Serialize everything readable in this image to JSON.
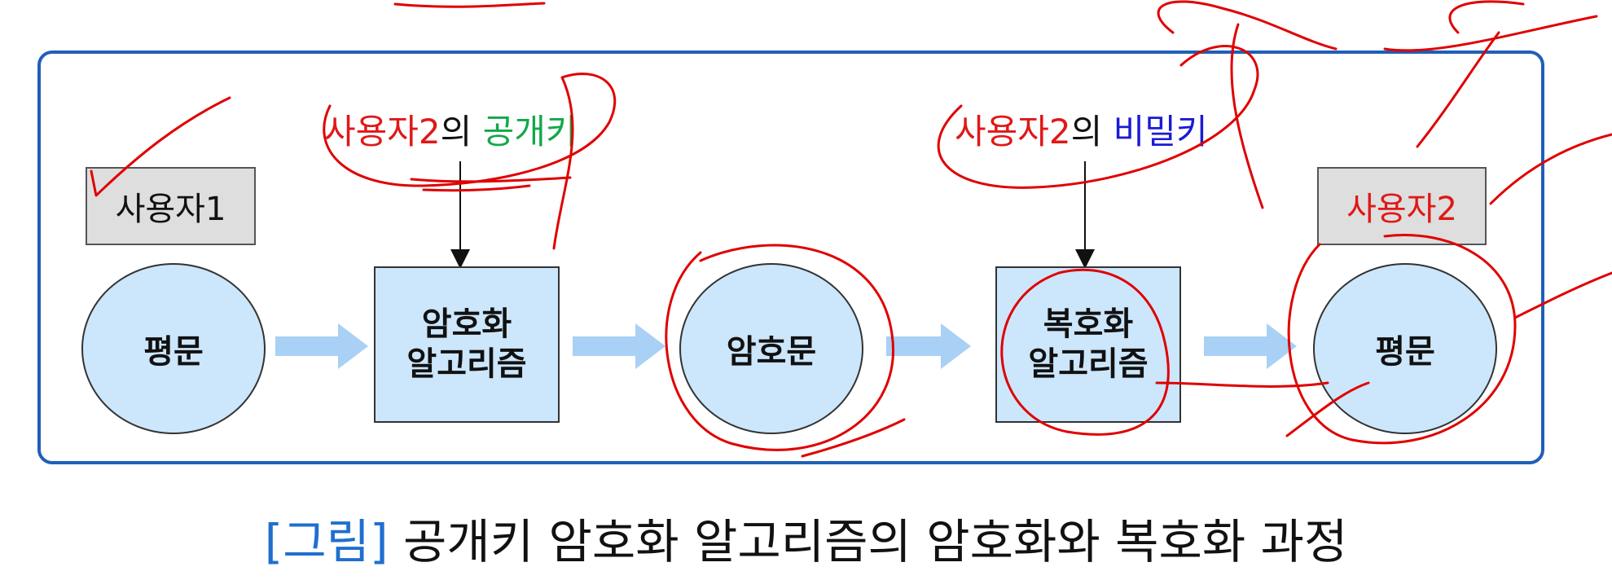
{
  "figure": {
    "caption_bracket": "[그림]",
    "caption_text": "공개키 암호화 알고리즘의 암호화와 복호화 과정"
  },
  "users": {
    "sender": "사용자1",
    "receiver": "사용자2"
  },
  "keys": {
    "public": {
      "owner": "사용자2",
      "possessive": "의",
      "key": "공개키"
    },
    "private": {
      "owner": "사용자2",
      "possessive": "의",
      "key": "비밀키"
    }
  },
  "nodes": {
    "plaintext_in": "평문",
    "encrypt_line1": "암호화",
    "encrypt_line2": "알고리즘",
    "ciphertext": "암호문",
    "decrypt_line1": "복호화",
    "decrypt_line2": "알고리즘",
    "plaintext_out": "평문"
  },
  "colors": {
    "frame": "#1f5fb8",
    "node_fill": "#cce6fb",
    "user_fill": "#dedede",
    "arrow_fill": "#a9d0f5",
    "owner_text": "#e01818",
    "public_key_text": "#12a84a",
    "private_key_text": "#1a1ad6",
    "caption_bracket": "#1f6fd0",
    "annotation_ink": "#e00000"
  }
}
